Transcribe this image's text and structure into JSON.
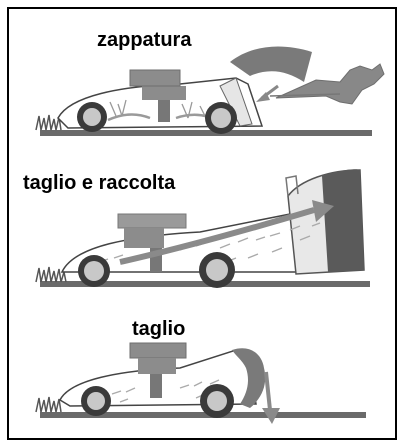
{
  "panels": [
    {
      "label": "zappatura"
    },
    {
      "label": "taglio e raccolta"
    },
    {
      "label": "taglio"
    }
  ],
  "colors": {
    "border": "#000000",
    "wheel": "#3a3a3a",
    "hub": "#c8c8c8",
    "machine_dark": "#6e6e6e",
    "machine_mid": "#8c8c8c",
    "machine_light": "#b4b4b4",
    "ground": "#5a5a5a",
    "body_outline": "#444444",
    "grass": "#9a9a9a"
  },
  "icons": [
    "rotary-tiller-icon",
    "lawn-mower-collector-icon",
    "lawn-mower-icon"
  ]
}
